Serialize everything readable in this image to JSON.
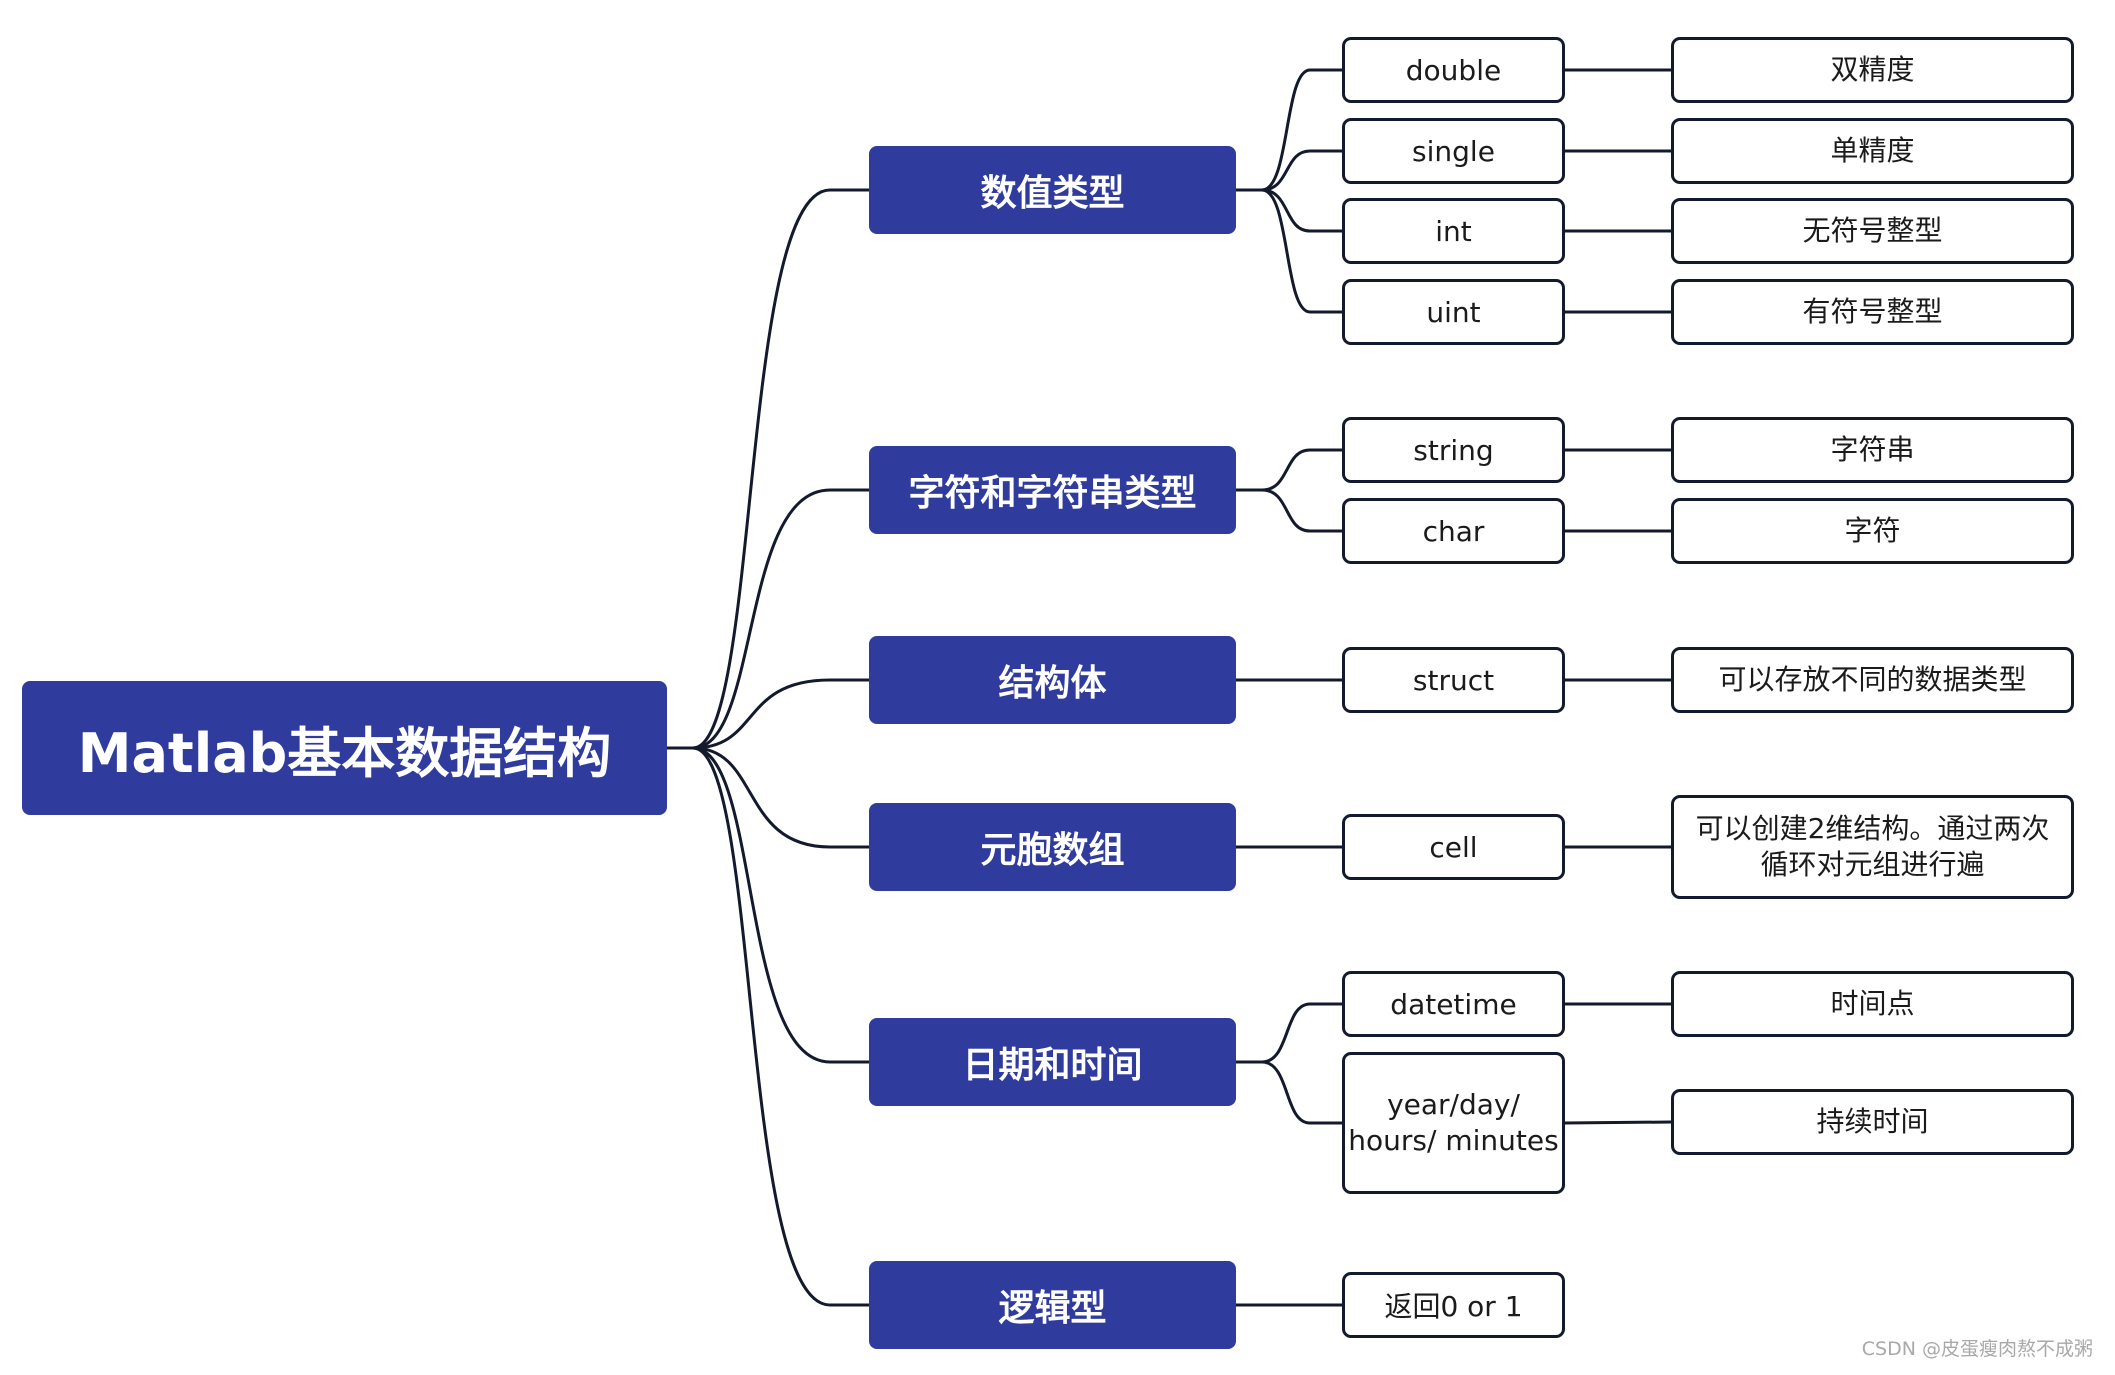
{
  "root": {
    "label": "Matlab基本数据结构"
  },
  "categories": [
    {
      "label": "数值类型",
      "items": [
        {
          "type": "double",
          "desc": "双精度"
        },
        {
          "type": "single",
          "desc": "单精度"
        },
        {
          "type": "int",
          "desc": "无符号整型"
        },
        {
          "type": "uint",
          "desc": "有符号整型"
        }
      ]
    },
    {
      "label": "字符和字符串类型",
      "items": [
        {
          "type": "string",
          "desc": "字符串"
        },
        {
          "type": "char",
          "desc": "字符"
        }
      ]
    },
    {
      "label": "结构体",
      "items": [
        {
          "type": "struct",
          "desc": "可以存放不同的数据类型"
        }
      ]
    },
    {
      "label": "元胞数组",
      "items": [
        {
          "type": "cell",
          "desc": "可以创建2维结构。通过两次循环对元组进行遍"
        }
      ]
    },
    {
      "label": "日期和时间",
      "items": [
        {
          "type": "datetime",
          "desc": "时间点"
        },
        {
          "type": "year/day/ hours/ minutes",
          "desc": "持续时间"
        }
      ]
    },
    {
      "label": "逻辑型",
      "items": [
        {
          "type": "返回0 or 1",
          "desc": ""
        }
      ]
    }
  ],
  "watermark": "CSDN @皮蛋瘦肉熬不成粥",
  "colors": {
    "node_fill": "#2f3c9e",
    "node_text": "#ffffff",
    "line": "#141a2e",
    "leaf_fill": "#ffffff"
  }
}
